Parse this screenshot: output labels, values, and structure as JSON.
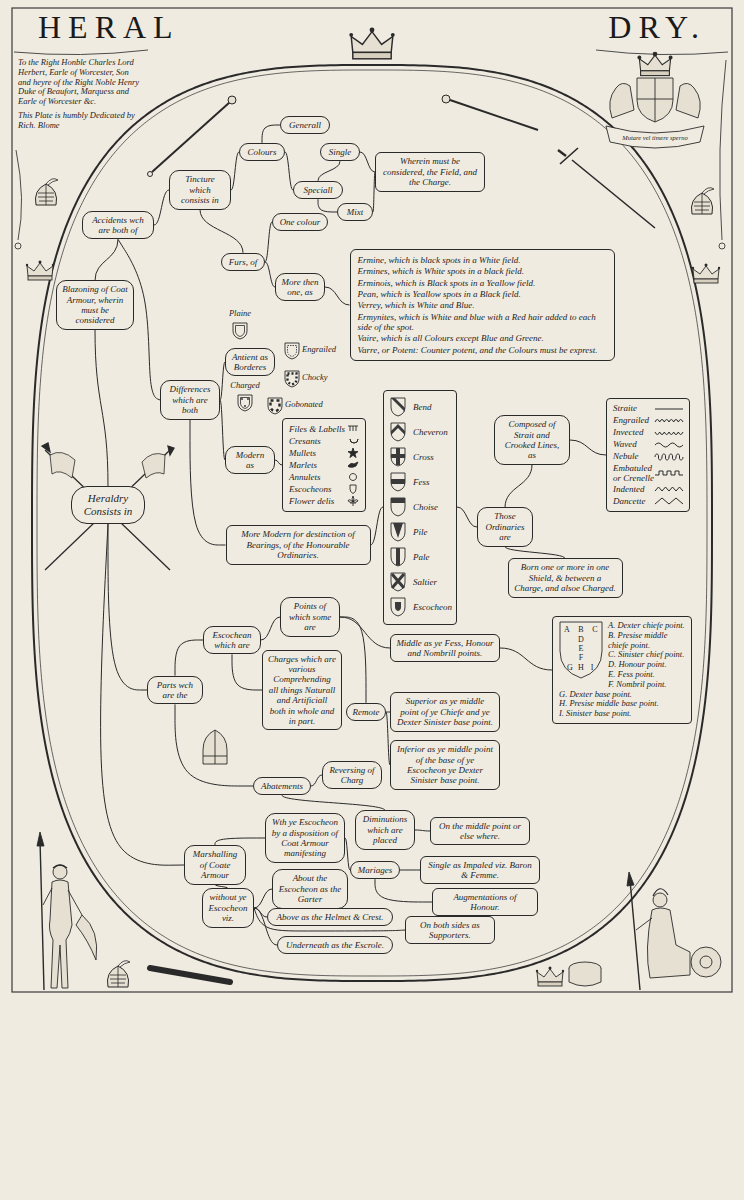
{
  "diagram": {
    "title": "HERAL DRY.",
    "nodes": [
      {
        "text": [
          "Heraldry Consists in"
        ]
      },
      {
        "text": [
          "Accidents wch are both of"
        ]
      },
      {
        "text": [
          "Tincture which consists in"
        ]
      },
      {
        "text": [
          "Colours"
        ]
      },
      {
        "text": [
          "Generall"
        ]
      },
      {
        "text": [
          "Speciall"
        ]
      },
      {
        "text": [
          "Single"
        ]
      },
      {
        "text": [
          "Mixt"
        ]
      },
      {
        "text": [
          "Wherein must be considered, the Field, and the Charge."
        ]
      },
      {
        "text": [
          "Furs, of"
        ]
      },
      {
        "text": [
          "One colour"
        ]
      },
      {
        "text": [
          "More then one, as"
        ]
      },
      {
        "text": [
          "Ermine, which is black spots in a White field.",
          "Ermines, which is White spots in a black field.",
          "Erminois, which is Black spots in a Yeallow field.",
          "Pean, which is Yeallow spots in a Black field.",
          "Verrey, which is White and Blue.",
          "Ermynites, which is White and blue with a Red hair added to each side of the spot.",
          "Vaire, which is all Colours except Blue and Greene.",
          "Varre, or Potent: Counter potent, and the Colours must be exprest."
        ]
      },
      {
        "text": [
          "Blazoning of Coat Armour, wherin must be considered"
        ]
      },
      {
        "text": [
          "Differences which are both"
        ]
      },
      {
        "text": [
          "Antient as Borderes"
        ]
      },
      {
        "text": [
          "Modern as"
        ]
      },
      {
        "text": [
          "Files & Labells",
          "Cresants",
          "Mullets",
          "Marlets",
          "Annulets",
          "Escocheons",
          "Flower delis"
        ]
      },
      {
        "text": [
          "Bend",
          "Cheveron",
          "Cross",
          "Fess",
          "Choise",
          "Pile",
          "Pale",
          "Saltier",
          "Escocheon"
        ]
      },
      {
        "text": [
          "More Modern for destinction of Bearings, of the Honourable Ordinaries."
        ]
      },
      {
        "text": [
          "Those Ordinaries are"
        ]
      },
      {
        "text": [
          "Composed of Strait and Crooked Lines, as"
        ]
      },
      {
        "text": [
          "Straite",
          "Engrailed",
          "Invected",
          "Waved",
          "Nebule",
          "Embatuled or Crenelle",
          "Indented",
          "Dancette"
        ]
      },
      {
        "text": [
          "Born one or more in one Shield, & between a Charge, and alsoe Charged."
        ]
      },
      {
        "text": [
          "Parts wch are the"
        ]
      },
      {
        "text": [
          "Escochean which are"
        ]
      },
      {
        "text": [
          "Points of which some are"
        ]
      },
      {
        "text": [
          "Middle as ye Fess, Honour and Nombrill points."
        ]
      },
      {
        "text": [
          "Charges which are various Comprehending all things Naturall and Artificiall both in whole and in part."
        ]
      },
      {
        "text": [
          "Remote"
        ]
      },
      {
        "text": [
          "Superior as ye middle point of ye Chiefe and ye Dexter Sinister base point."
        ]
      },
      {
        "text": [
          "Inferior as ye middle point of the base of ye Escocheon ye Dexter Sinister base point."
        ]
      },
      {
        "text": [
          "A",
          "B",
          "C",
          "D",
          "E",
          "F",
          "G",
          "H",
          "I",
          "A. Dexter chiefe point.",
          "B. Presise middle chiefe point.",
          "C. Sinister chief point.",
          "D. Honour point.",
          "E. Fess point.",
          "F. Nombril point.",
          "G. Dexter base point.",
          "H. Presise middle base point.",
          "I. Sinister base point."
        ]
      },
      {
        "text": [
          "Abatements"
        ]
      },
      {
        "text": [
          "Reversing of Charg"
        ]
      },
      {
        "text": [
          "Diminutions which are placed"
        ]
      },
      {
        "text": [
          "On the middle point or else where."
        ]
      },
      {
        "text": [
          "Marshalling of Coate Armour"
        ]
      },
      {
        "text": [
          "Wth ye Escocheon by a disposition of Coat Armour manifesting"
        ]
      },
      {
        "text": [
          "Mariages"
        ]
      },
      {
        "text": [
          "Single as Impaled viz. Baron & Femme."
        ]
      },
      {
        "text": [
          "Augmentations of Honour."
        ]
      },
      {
        "text": [
          "without ye Escocheon viz."
        ]
      },
      {
        "text": [
          "About the Escocheon as the Garter"
        ]
      },
      {
        "text": [
          "Above as the Helmet & Crest."
        ]
      },
      {
        "text": [
          "Underneath as the Escrole."
        ]
      },
      {
        "text": [
          "On both sides as Supporters."
        ]
      }
    ],
    "edges": [
      {
        "from": 0,
        "to": 13,
        "arrow": "none"
      },
      {
        "from": 13,
        "to": 1,
        "arrow": "none"
      },
      {
        "from": 1,
        "to": 2,
        "arrow": "none"
      },
      {
        "from": 1,
        "to": 14,
        "arrow": "none"
      },
      {
        "from": 2,
        "to": 3,
        "arrow": "none"
      },
      {
        "from": 3,
        "to": 4,
        "arrow": "none"
      },
      {
        "from": 3,
        "to": 5,
        "arrow": "none"
      },
      {
        "from": 5,
        "to": 6,
        "arrow": "none"
      },
      {
        "from": 5,
        "to": 7,
        "arrow": "none"
      },
      {
        "from": 6,
        "to": 8,
        "arrow": "none"
      },
      {
        "from": 7,
        "to": 8,
        "arrow": "none"
      },
      {
        "from": 2,
        "to": 9,
        "arrow": "none"
      },
      {
        "from": 9,
        "to": 10,
        "arrow": "none"
      },
      {
        "from": 9,
        "to": 11,
        "arrow": "none"
      },
      {
        "from": 11,
        "to": 12,
        "arrow": "none"
      },
      {
        "from": 14,
        "to": 15,
        "arrow": "none"
      },
      {
        "from": 14,
        "to": 16,
        "arrow": "none"
      },
      {
        "from": 16,
        "to": 17,
        "arrow": "none"
      },
      {
        "from": 14,
        "to": 19,
        "arrow": "none"
      },
      {
        "from": 19,
        "to": 18,
        "arrow": "none"
      },
      {
        "from": 18,
        "to": 20,
        "arrow": "none"
      },
      {
        "from": 20,
        "to": 21,
        "arrow": "none"
      },
      {
        "from": 21,
        "to": 22,
        "arrow": "none"
      },
      {
        "from": 20,
        "to": 23,
        "arrow": "none"
      },
      {
        "from": 0,
        "to": 24,
        "arrow": "none"
      },
      {
        "from": 24,
        "to": 25,
        "arrow": "none"
      },
      {
        "from": 25,
        "to": 26,
        "arrow": "none"
      },
      {
        "from": 26,
        "to": 27,
        "arrow": "none"
      },
      {
        "from": 26,
        "to": 29,
        "arrow": "none"
      },
      {
        "from": 29,
        "to": 30,
        "arrow": "none"
      },
      {
        "from": 29,
        "to": 31,
        "arrow": "none"
      },
      {
        "from": 25,
        "to": 28,
        "arrow": "none"
      },
      {
        "from": 27,
        "to": 32,
        "arrow": "none"
      },
      {
        "from": 24,
        "to": 33,
        "arrow": "none"
      },
      {
        "from": 33,
        "to": 34,
        "arrow": "none"
      },
      {
        "from": 33,
        "to": 35,
        "arrow": "none"
      },
      {
        "from": 35,
        "to": 36,
        "arrow": "none"
      },
      {
        "from": 0,
        "to": 37,
        "arrow": "none"
      },
      {
        "from": 37,
        "to": 38,
        "arrow": "none"
      },
      {
        "from": 38,
        "to": 39,
        "arrow": "none"
      },
      {
        "from": 39,
        "to": 40,
        "arrow": "none"
      },
      {
        "from": 39,
        "to": 41,
        "arrow": "none"
      },
      {
        "from": 37,
        "to": 42,
        "arrow": "none"
      },
      {
        "from": 42,
        "to": 43,
        "arrow": "none"
      },
      {
        "from": 42,
        "to": 44,
        "arrow": "none"
      },
      {
        "from": 42,
        "to": 45,
        "arrow": "none"
      },
      {
        "from": 42,
        "to": 46,
        "arrow": "none"
      }
    ],
    "labels": [
      "To the Right Honble Charles Lord Herbert, Earle of Worcester, Son and heyre of the Right Noble Henry Duke of Beaufort, Marquess and Earle of Worcester &c.",
      "This Plate is humbly Dedicated by Rich. Blome",
      "Mutare vel timere sperno",
      "Plaine",
      "Engrailed",
      "Chocky",
      "Charged",
      "Gobonated"
    ]
  }
}
